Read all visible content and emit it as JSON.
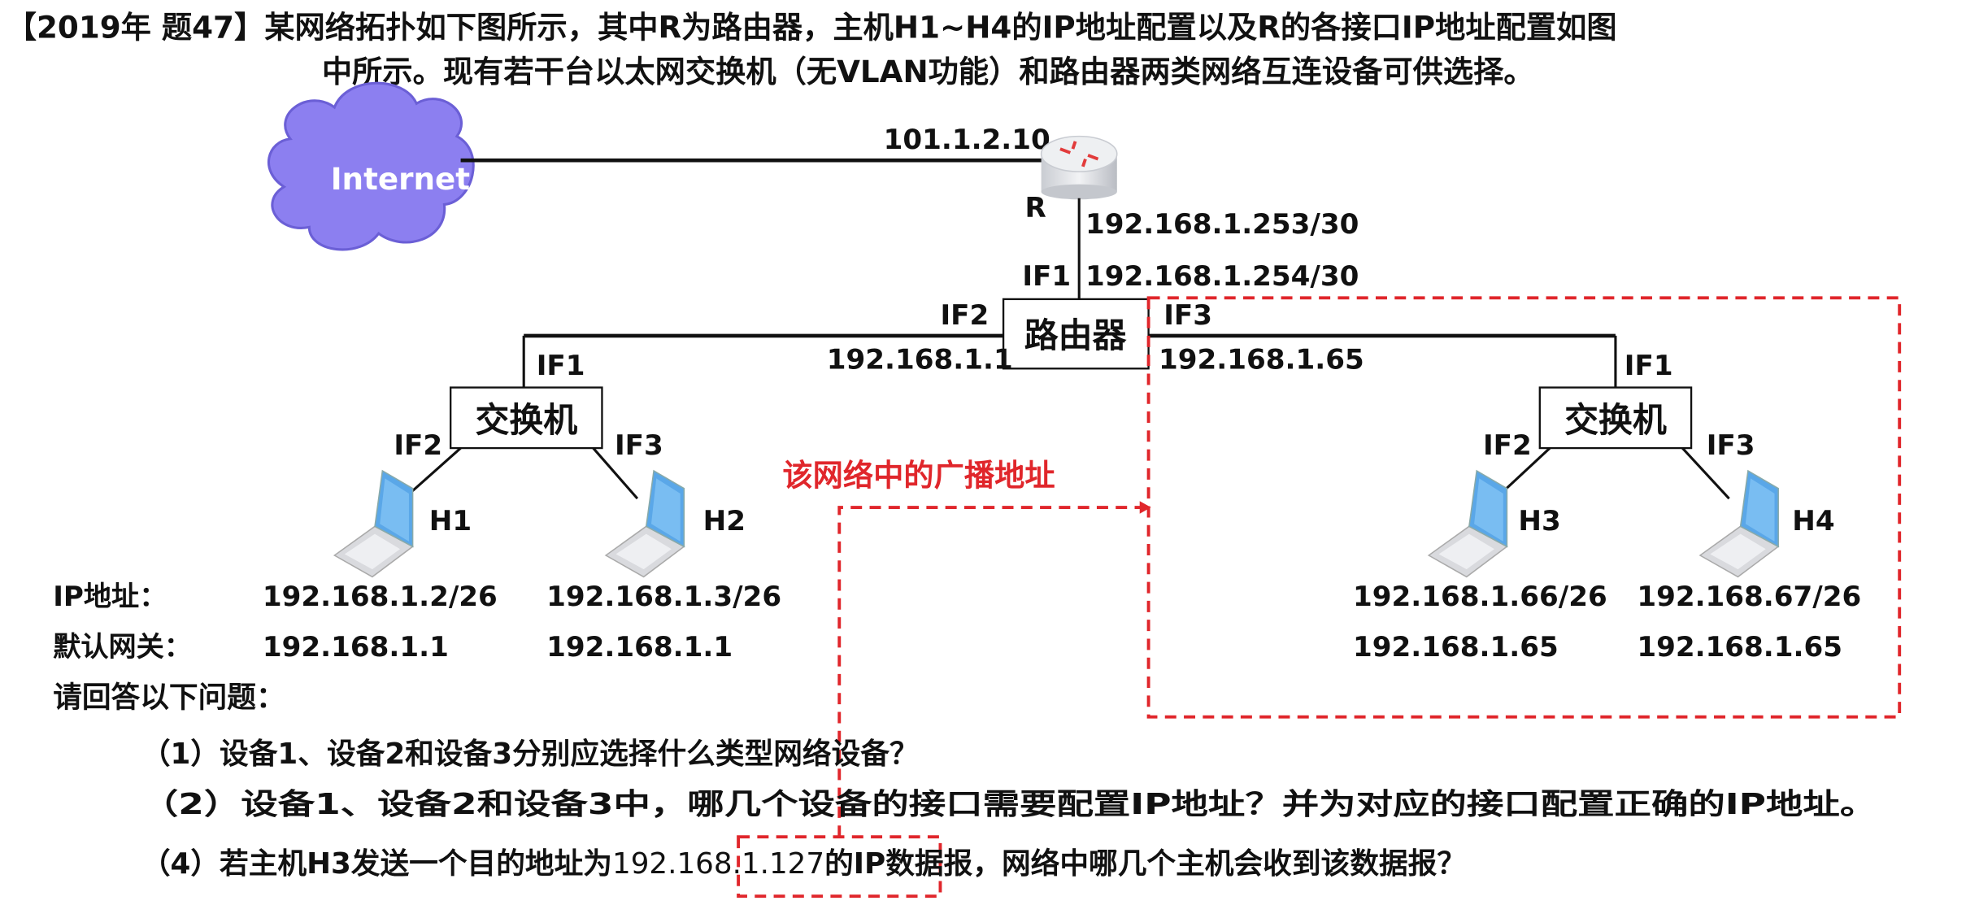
{
  "title": {
    "line1": "【2019年 题47】某网络拓扑如下图所示，其中R为路由器，主机H1~H4的IP地址配置以及R的各接口IP地址配置如图",
    "line2": "中所示。现有若干台以太网交换机（无VLAN功能）和路由器两类网络互连设备可供选择。"
  },
  "topology": {
    "cloud_label": "Internet",
    "r_wan_ip": "101.1.2.10",
    "r_label": "R",
    "r_lan_ip": "192.168.1.253/30",
    "dev_if1": "IF1",
    "dev_if1_ip": "192.168.1.254/30",
    "router_label": "路由器",
    "router_if2": "IF2",
    "router_if3": "IF3",
    "router_if2_ip": "192.168.1.1",
    "router_if3_ip": "192.168.1.65",
    "left_switch": {
      "label": "交换机",
      "if1": "IF1",
      "if2": "IF2",
      "if3": "IF3"
    },
    "right_switch": {
      "label": "交换机",
      "if1": "IF1",
      "if2": "IF2",
      "if3": "IF3"
    },
    "hosts": [
      {
        "name": "H1",
        "ip": "192.168.1.2/26",
        "gateway": "192.168.1.1"
      },
      {
        "name": "H2",
        "ip": "192.168.1.3/26",
        "gateway": "192.168.1.1"
      },
      {
        "name": "H3",
        "ip": "192.168.1.66/26",
        "gateway": "192.168.1.65"
      },
      {
        "name": "H4",
        "ip": "192.168.67/26",
        "gateway": "192.168.1.65"
      }
    ],
    "ip_label": "IP地址：",
    "gateway_label": "默认网关："
  },
  "annotation": {
    "text": "该网络中的广播地址",
    "color": "#e0262b"
  },
  "questions": {
    "prompt": "请回答以下问题：",
    "q1": "（1）设备1、设备2和设备3分别应选择什么类型网络设备？",
    "q2": "（2）设备1、设备2和设备3中，哪几个设备的接口需要配置IP地址？并为对应的接口配置正确的IP地址。",
    "q4_pre": "（4）若主机H3发送一个目的地址为",
    "q4_addr": "192.168.1.127",
    "q4_post": "的IP数据报，网络中哪几个主机会收到该数据报？"
  }
}
